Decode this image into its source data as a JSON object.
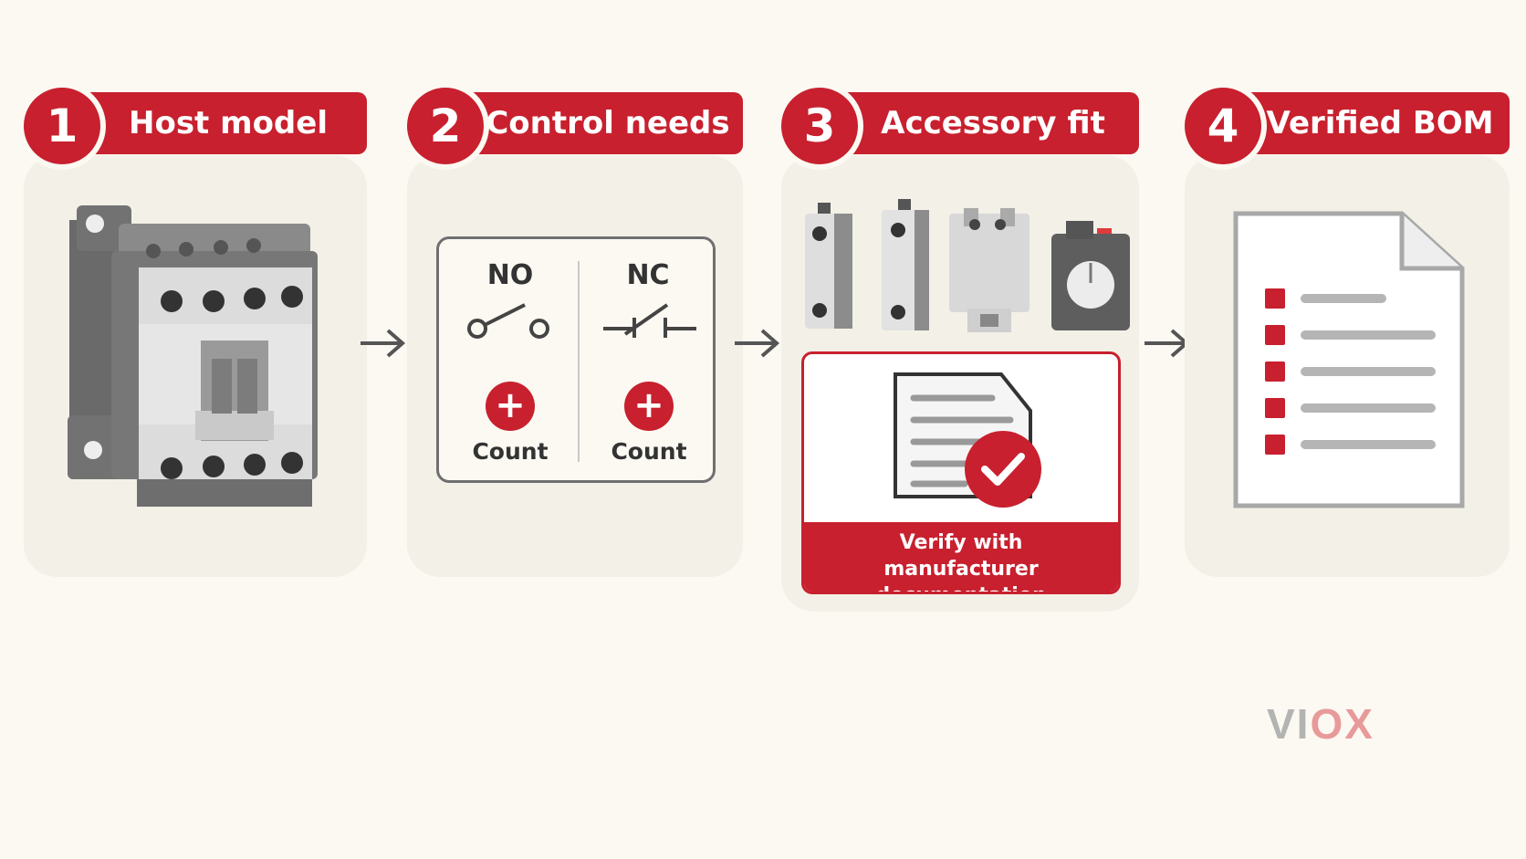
{
  "steps": [
    {
      "number": "1",
      "title": "Host model"
    },
    {
      "number": "2",
      "title": "Control needs"
    },
    {
      "number": "3",
      "title": "Accessory fit"
    },
    {
      "number": "4",
      "title": "Verified BOM"
    }
  ],
  "control": {
    "no_label": "NO",
    "nc_label": "NC",
    "no_count": "Count",
    "nc_count": "Count",
    "plus_symbol": "+"
  },
  "verify": {
    "line1": "Verify with",
    "line2": "manufacturer documentation"
  },
  "logo": {
    "part1": "VI",
    "part2": "OX"
  },
  "icons": [
    "contactor-image",
    "arrow-right-icon",
    "normally-open-contact-icon",
    "normally-closed-contact-icon",
    "auxiliary-block-icon",
    "document-check-icon",
    "checklist-document-icon"
  ],
  "colors": {
    "accent": "#c8202e",
    "panel": "#f3f0e7",
    "background": "#fbf9f2"
  }
}
